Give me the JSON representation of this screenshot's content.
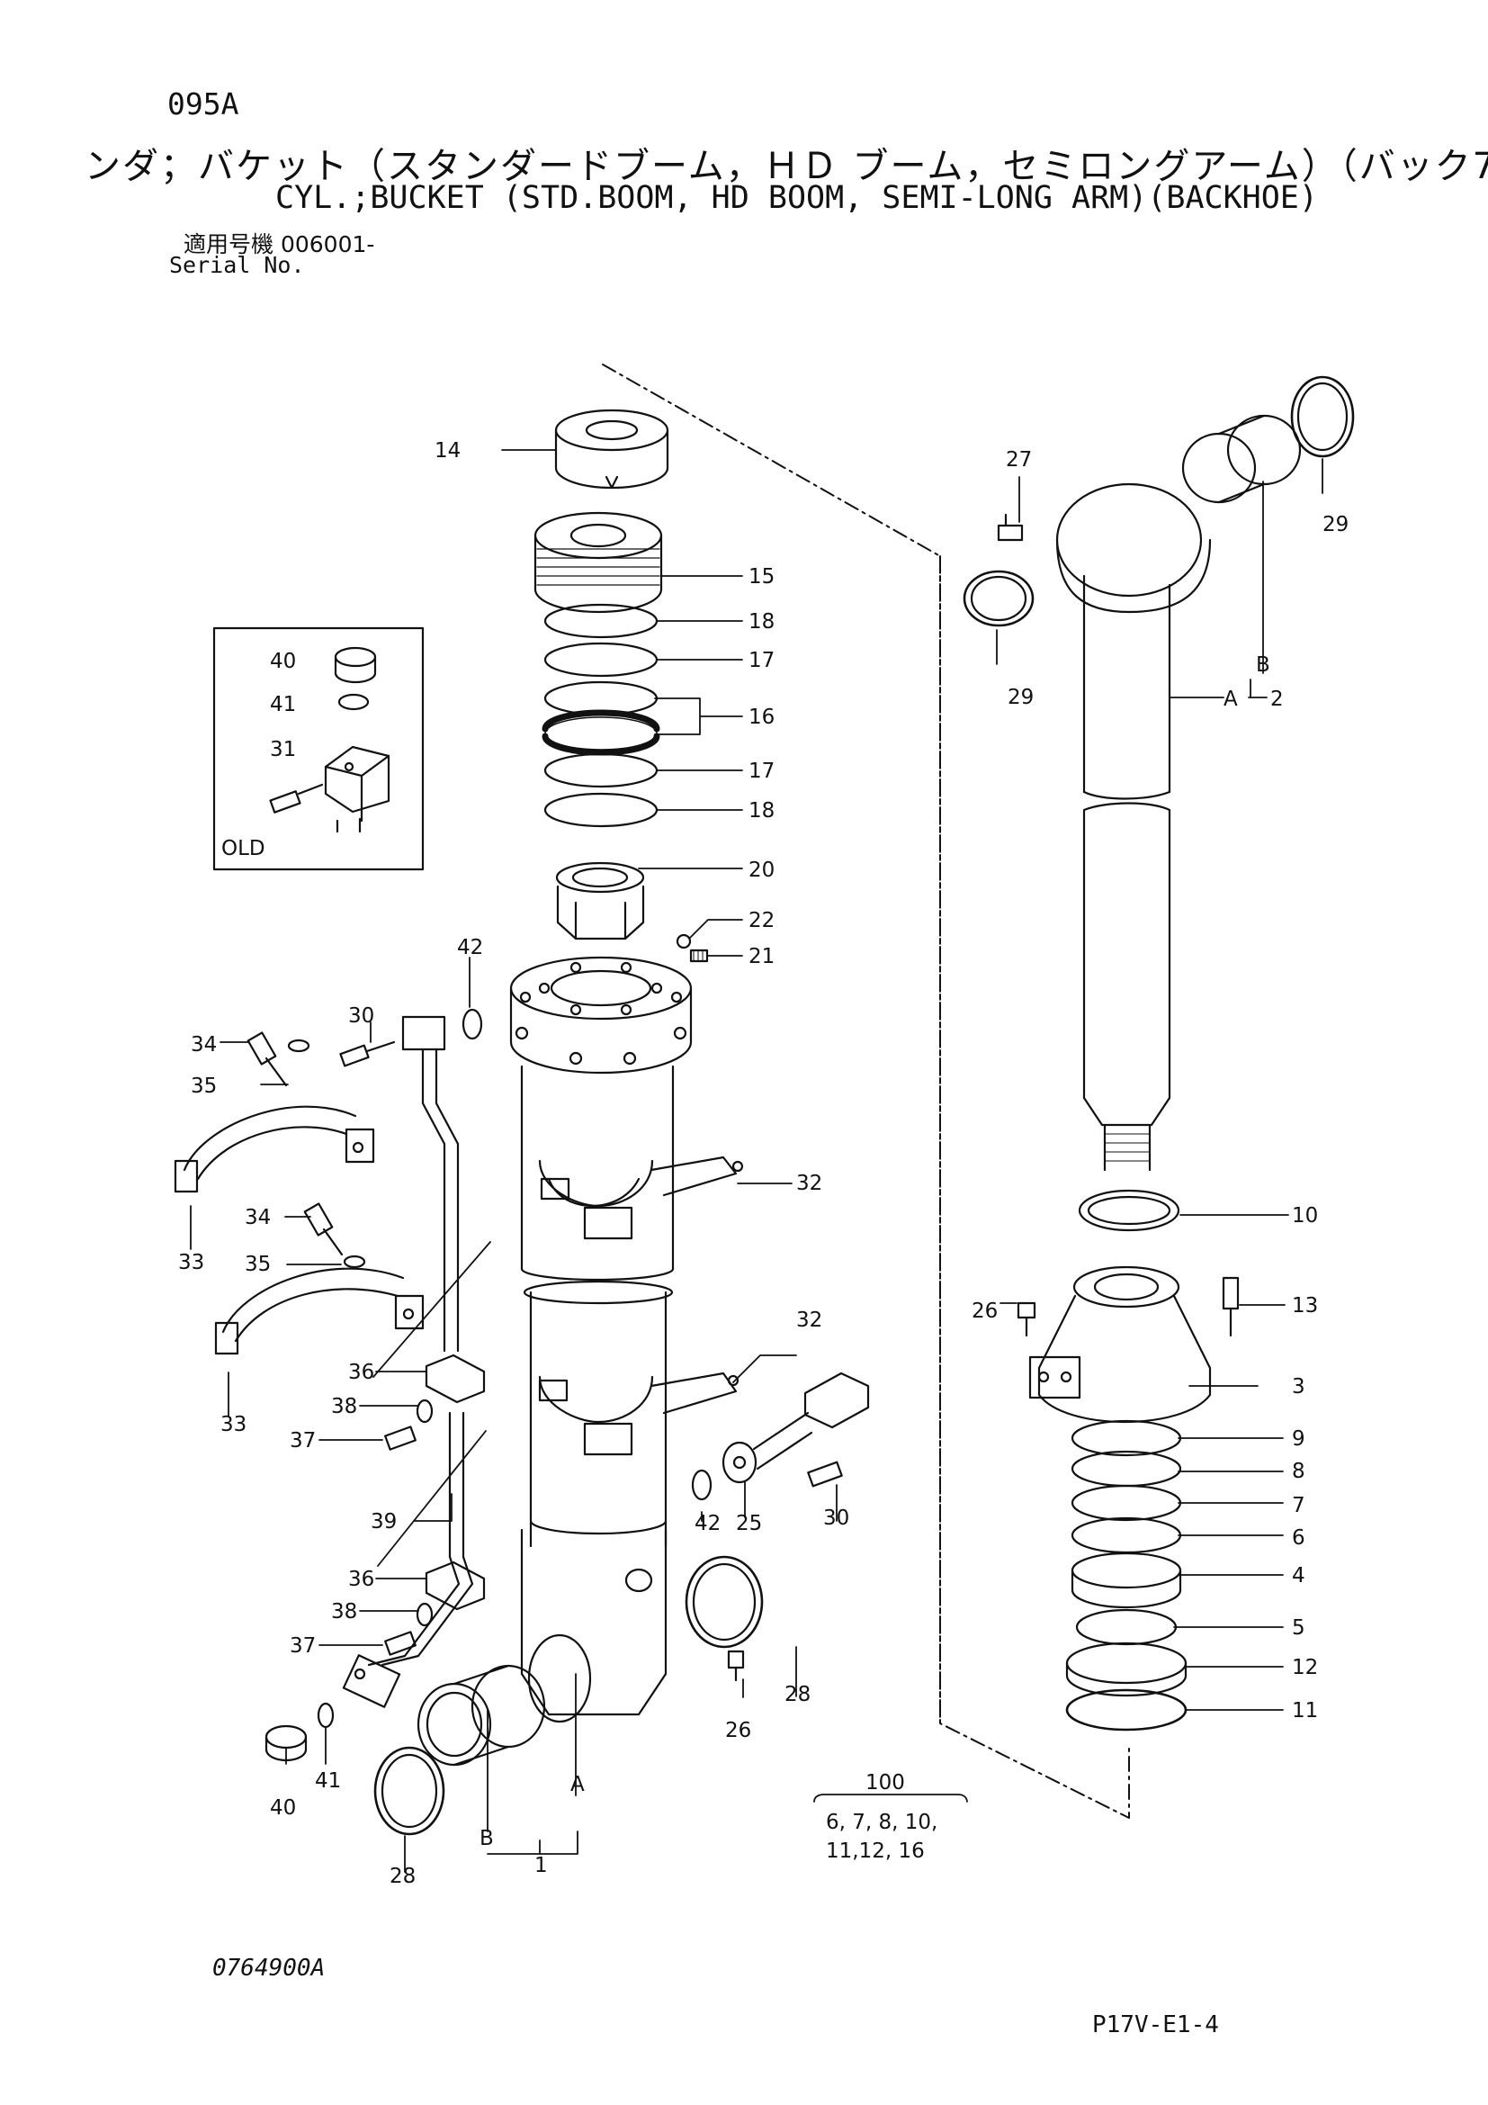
{
  "header": {
    "code": "095A",
    "title_jp": "ンダ；バケット（スタンダードブーム，ＨＤ ブーム，セミロングアーム）（バック7",
    "title_en": "CYL.;BUCKET (STD.BOOM, HD BOOM, SEMI-LONG ARM)(BACKHOE)",
    "serial_label_jp": "適用号機  006001-",
    "serial_label_en": "Serial No."
  },
  "inset": {
    "label": "OLD"
  },
  "callouts": {
    "c14": "14",
    "c15": "15",
    "c18a": "18",
    "c17a": "17",
    "c16": "16",
    "c17b": "17",
    "c18b": "18",
    "c20": "20",
    "c22": "22",
    "c21": "21",
    "c42a": "42",
    "c30a": "30",
    "c34a": "34",
    "c35a": "35",
    "c33a": "33",
    "c32a": "32",
    "c34b": "34",
    "c35b": "35",
    "c33b": "33",
    "c32b": "32",
    "c36a": "36",
    "c38a": "38",
    "c37a": "37",
    "c39": "39",
    "c36b": "36",
    "c38b": "38",
    "c37b": "37",
    "c40b": "40",
    "c41b": "41",
    "c28a": "28",
    "c26b": "26",
    "c28b": "28",
    "c42b": "42",
    "c25": "25",
    "c30b": "30",
    "c40a": "40",
    "c41a": "41",
    "c31": "31",
    "c27": "27",
    "c29a": "29",
    "c29b": "29",
    "cB2": "B",
    "cA2": "A",
    "c2": "2",
    "c10": "10",
    "c26a": "26",
    "c13": "13",
    "c3": "3",
    "c9": "9",
    "c8": "8",
    "c7": "7",
    "c6": "6",
    "c4": "4",
    "c5": "5",
    "c12": "12",
    "c11": "11",
    "cA1": "A",
    "cB1": "B",
    "c1": "1",
    "kit_no": "100",
    "kit_line1": "6, 7, 8, 10,",
    "kit_line2": "11,12, 16"
  },
  "footer": {
    "drawing_no": "0764900A",
    "page_no": "P17V-E1-4"
  }
}
